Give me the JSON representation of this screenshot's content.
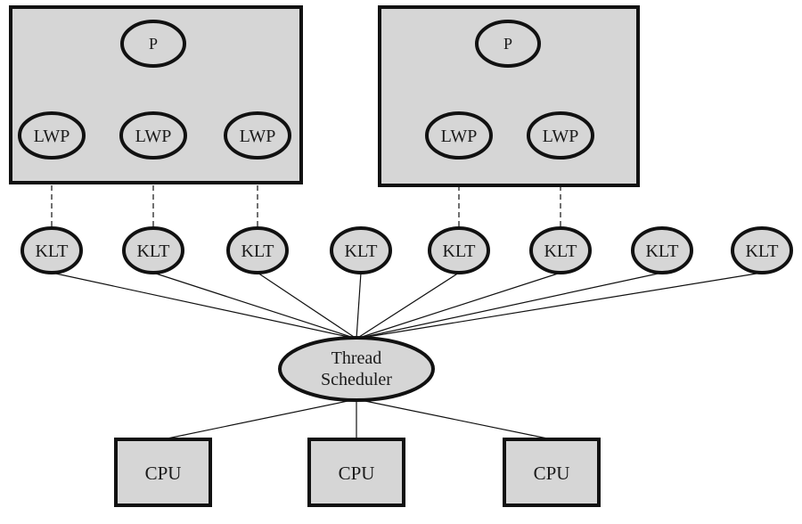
{
  "processes": [
    {
      "label": "P",
      "lwps": [
        "LWP",
        "LWP",
        "LWP"
      ]
    },
    {
      "label": "P",
      "lwps": [
        "LWP",
        "LWP"
      ]
    }
  ],
  "klts": [
    "KLT",
    "KLT",
    "KLT",
    "KLT",
    "KLT",
    "KLT",
    "KLT",
    "KLT"
  ],
  "scheduler": {
    "line1": "Thread",
    "line2": "Scheduler"
  },
  "cpus": [
    "CPU",
    "CPU",
    "CPU"
  ],
  "colors": {
    "fill": "#d6d6d6",
    "stroke": "#111111"
  }
}
